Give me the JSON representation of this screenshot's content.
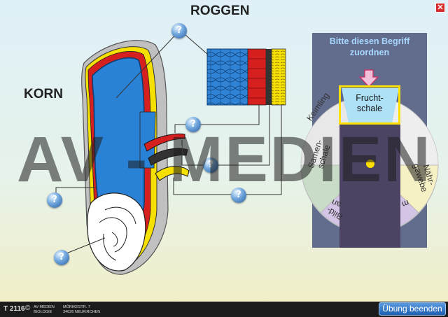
{
  "title": "ROGGEN",
  "subtitle": "KORN",
  "close_icon": "close-icon",
  "question_buttons": [
    {
      "icon": "question-mark-icon",
      "glyph": "?"
    },
    {
      "icon": "question-mark-icon",
      "glyph": "?"
    },
    {
      "icon": "question-mark-icon",
      "glyph": "?"
    },
    {
      "icon": "question-mark-icon",
      "glyph": "?"
    },
    {
      "icon": "question-mark-icon",
      "glyph": "?"
    },
    {
      "icon": "question-mark-icon",
      "glyph": "?"
    }
  ],
  "panel": {
    "header_line1": "Bitte diesen Begriff",
    "header_line2": "zuordnen",
    "current_term_line1": "Frucht-",
    "current_term_line2": "schale",
    "wheel_labels": {
      "keimling": "Keimling",
      "samenschale_1": "Samen-",
      "samenschale_2": "schale",
      "naehrgewebe_1": "Nähr-",
      "naehrgewebe_2": "gewebe",
      "bild_partial": "Bild-",
      "an_partial": "an",
      "m_partial": "m"
    }
  },
  "watermark": "AV - MEDIEN",
  "footer": {
    "code": "T 2116",
    "copyright_symbol": "©",
    "publisher_line1": "AV-MEDIEN",
    "publisher_line2": "BIOLOGIE",
    "address_line1": "MÖRIKESTR. 7",
    "address_line2": "34626  NEUKIRCHEN",
    "end_button": "Übung beenden"
  },
  "colors": {
    "panel_bg": "#626c8c",
    "panel_dark": "#4d4464",
    "accent_yellow": "#ffe000",
    "endosperm_blue": "#2a82d6",
    "pericarp_red": "#d62020",
    "aleurone_yellow": "#f6e000"
  }
}
